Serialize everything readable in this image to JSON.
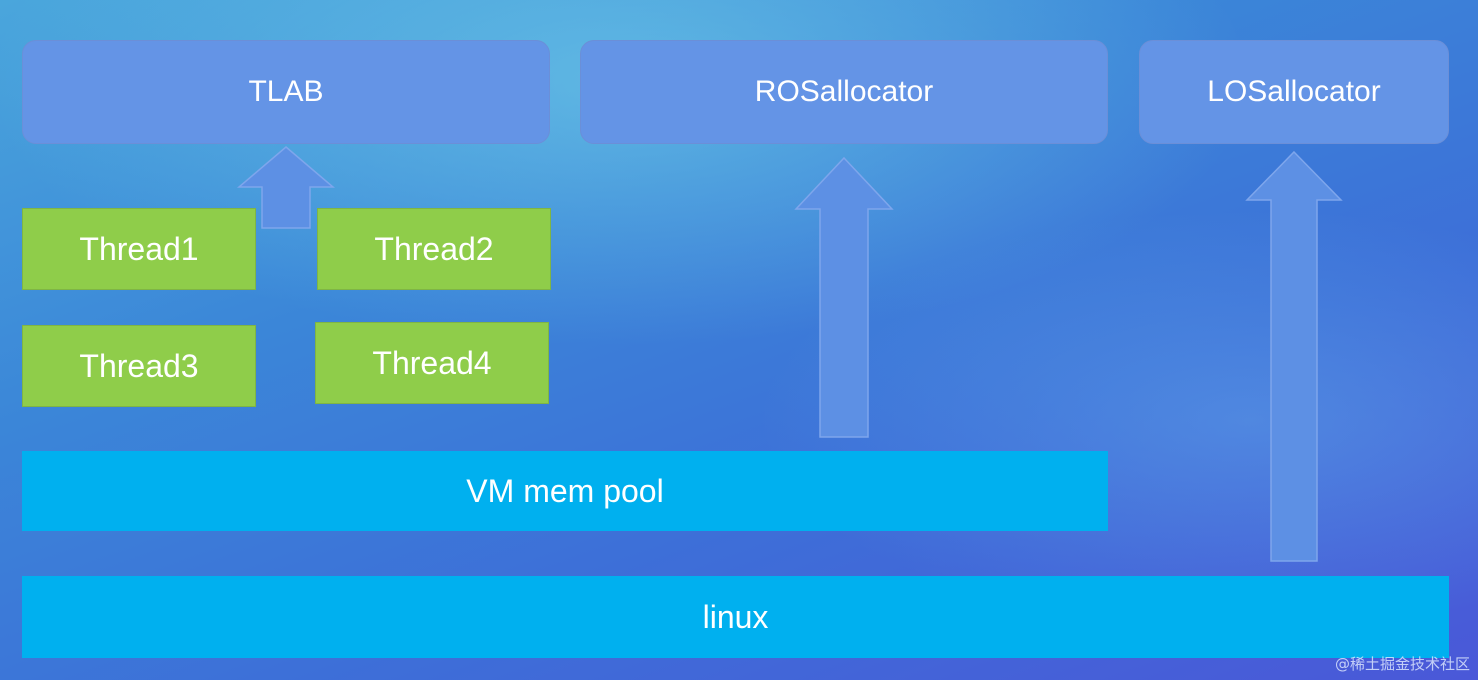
{
  "allocators": {
    "tlab": "TLAB",
    "ros": "ROSallocator",
    "los": "LOSallocator"
  },
  "threads": [
    "Thread1",
    "Thread2",
    "Thread3",
    "Thread4"
  ],
  "pool": {
    "vm": "VM mem pool",
    "os": "linux"
  },
  "watermark": "@稀土掘金技术社区",
  "colors": {
    "allocator_fill": "#6494e6",
    "thread_fill": "#8fcd4a",
    "layer_fill": "#00b0ef",
    "arrow_fill": "#5d90e4"
  }
}
